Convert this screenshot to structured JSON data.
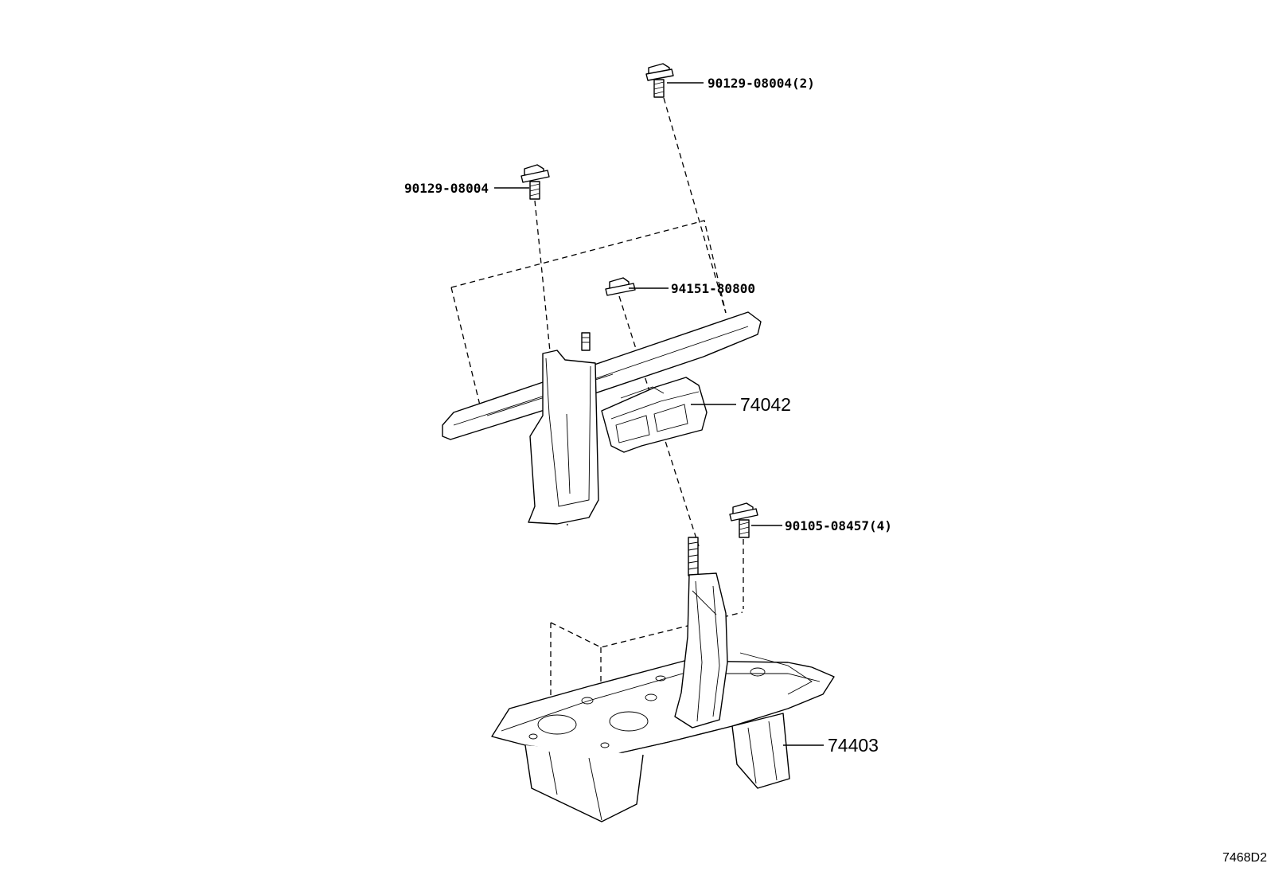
{
  "callouts": [
    {
      "id": "bolt-top",
      "label": "90129-08004(2)"
    },
    {
      "id": "bolt-left",
      "label": "90129-08004"
    },
    {
      "id": "nut",
      "label": "94151-80800"
    },
    {
      "id": "clamp",
      "label": "74042"
    },
    {
      "id": "bolt-right",
      "label": "90105-08457(4)"
    },
    {
      "id": "tray",
      "label": "74403"
    }
  ],
  "figure_code": "7468D2"
}
